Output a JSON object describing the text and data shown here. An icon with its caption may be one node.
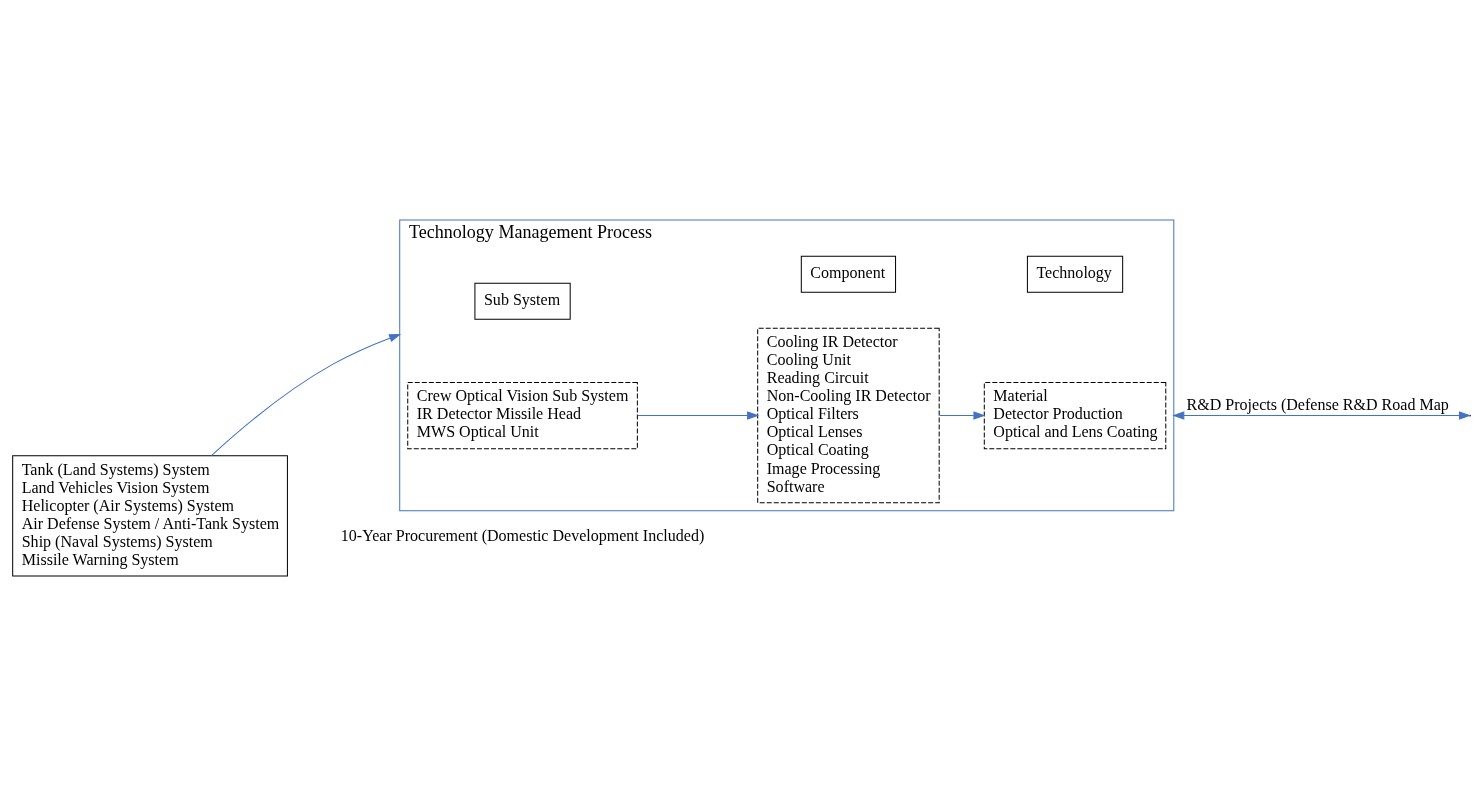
{
  "diagram": {
    "nodes": [
      {
        "text": [
          "Technology Management Process"
        ]
      },
      {
        "text": [
          "Tank (Land Systems) System",
          "Land Vehicles Vision System",
          "Helicopter (Air Systems) System",
          "Air Defense System / Anti-Tank System",
          "Ship (Naval Systems) System",
          "Missile Warning System"
        ],
        "beside": [
          "10-Year Procurement (Domestic Development Included)"
        ]
      },
      {
        "text": [
          "Sub System"
        ],
        "in": 0
      },
      {
        "text": [
          "Component"
        ],
        "in": 0
      },
      {
        "text": [
          "Technology"
        ],
        "in": 0
      },
      {
        "text": [
          "Crew Optical Vision Sub System",
          "IR Detector Missile Head",
          "MWS Optical Unit"
        ],
        "in": 0
      },
      {
        "text": [
          "Cooling IR Detector",
          "Cooling Unit",
          "Reading Circuit",
          "Non-Cooling IR Detector",
          "Optical Filters",
          "Optical Lenses",
          "Optical Coating",
          "Image Processing",
          "Software"
        ],
        "in": 0
      },
      {
        "text": [
          "Material",
          "Detector Production",
          "Optical and Lens Coating"
        ],
        "in": 0
      }
    ],
    "edges": [
      {
        "from": 1,
        "to": 0,
        "arrow": "to"
      },
      {
        "from": 5,
        "to": 6,
        "arrow": "to"
      },
      {
        "from": 6,
        "to": 7,
        "arrow": "to"
      },
      {
        "from": null,
        "to": 0,
        "arrow": "both",
        "label": "R&D Projects (Defense R&D Road Map"
      }
    ]
  }
}
